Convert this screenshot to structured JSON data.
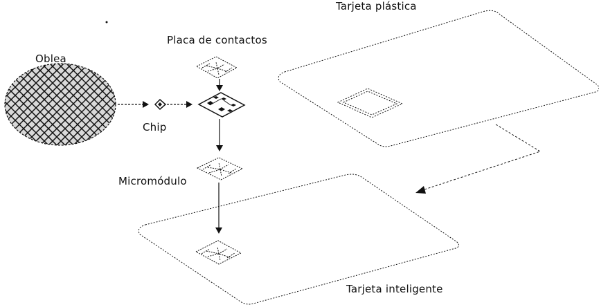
{
  "labels": {
    "wafer": "Oblea",
    "chip": "Chip",
    "contact_plate": "Placa de contactos",
    "micromodule": "Micromódulo",
    "plastic_card": "Tarjeta plástica",
    "smart_card": "Tarjeta inteligente"
  },
  "colors": {
    "ink": "#111111",
    "background": "#ffffff"
  }
}
